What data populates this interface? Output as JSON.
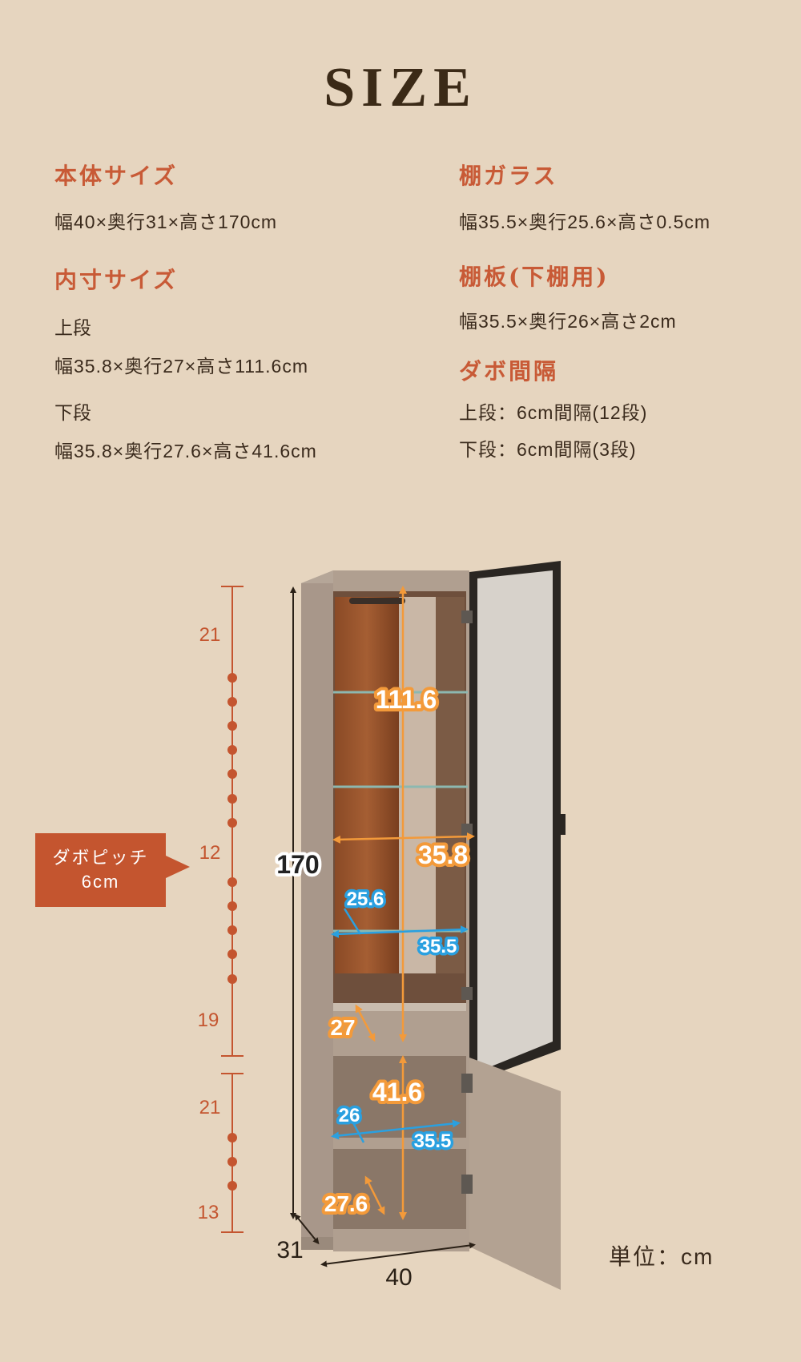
{
  "title": "SIZE",
  "specs": {
    "body": {
      "heading": "本体サイズ",
      "value": "幅40×奥行31×高さ170cm"
    },
    "inner": {
      "heading": "内寸サイズ",
      "upper_label": "上段",
      "upper_value": "幅35.8×奥行27×高さ111.6cm",
      "lower_label": "下段",
      "lower_value": "幅35.8×奥行27.6×高さ41.6cm"
    },
    "glass": {
      "heading": "棚ガラス",
      "value": "幅35.5×奥行25.6×高さ0.5cm"
    },
    "board": {
      "heading": "棚板(下棚用)",
      "value": "幅35.5×奥行26×高さ2cm"
    },
    "dowel": {
      "heading": "ダボ間隔",
      "upper": "上段：6cm間隔(12段)",
      "lower": "下段：6cm間隔(3段)"
    }
  },
  "diagram": {
    "pitch_labels": [
      "21",
      "12",
      "19",
      "21",
      "13"
    ],
    "callout_line1": "ダボピッチ",
    "callout_line2": "6cm",
    "dims": {
      "height": "170",
      "depth": "31",
      "width": "40",
      "upper_height": "111.6",
      "upper_width": "35.8",
      "glass_depth": "25.6",
      "glass_width": "35.5",
      "upper_depth": "27",
      "lower_height": "41.6",
      "board_depth": "26",
      "board_width": "35.5",
      "lower_depth": "27.6"
    },
    "colors": {
      "orange": "#f39a3a",
      "blue": "#2aa0e0",
      "rust": "#c4552f"
    },
    "unit": "単位：cm"
  }
}
